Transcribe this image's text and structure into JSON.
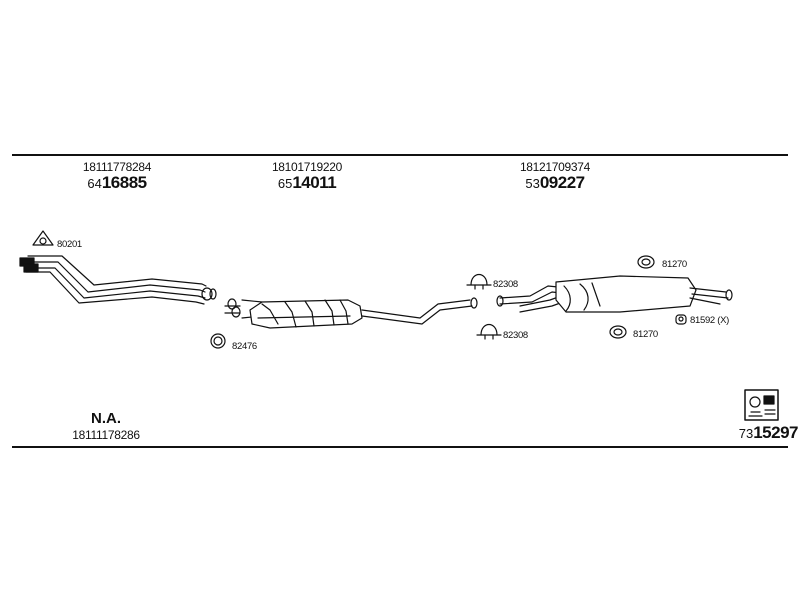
{
  "top_parts": [
    {
      "oe": "18111778284",
      "cat_prefix": "64",
      "cat_main": "16885"
    },
    {
      "oe": "18101719220",
      "cat_prefix": "65",
      "cat_main": "14011"
    },
    {
      "oe": "18121709374",
      "cat_prefix": "53",
      "cat_main": "09227"
    }
  ],
  "component_labels": {
    "gasket_front": "80201",
    "ring_front": "82476",
    "clamp_upper": "82308",
    "clamp_lower": "82308",
    "rubber_upper": "81270",
    "rubber_lower": "81270",
    "rubber_x": "81592 (X)"
  },
  "bottom_left": {
    "label": "N.A.",
    "oe": "18111178286"
  },
  "bottom_right": {
    "cat_prefix": "73",
    "cat_main": "15297"
  },
  "icon": "fitting-kit-icon"
}
